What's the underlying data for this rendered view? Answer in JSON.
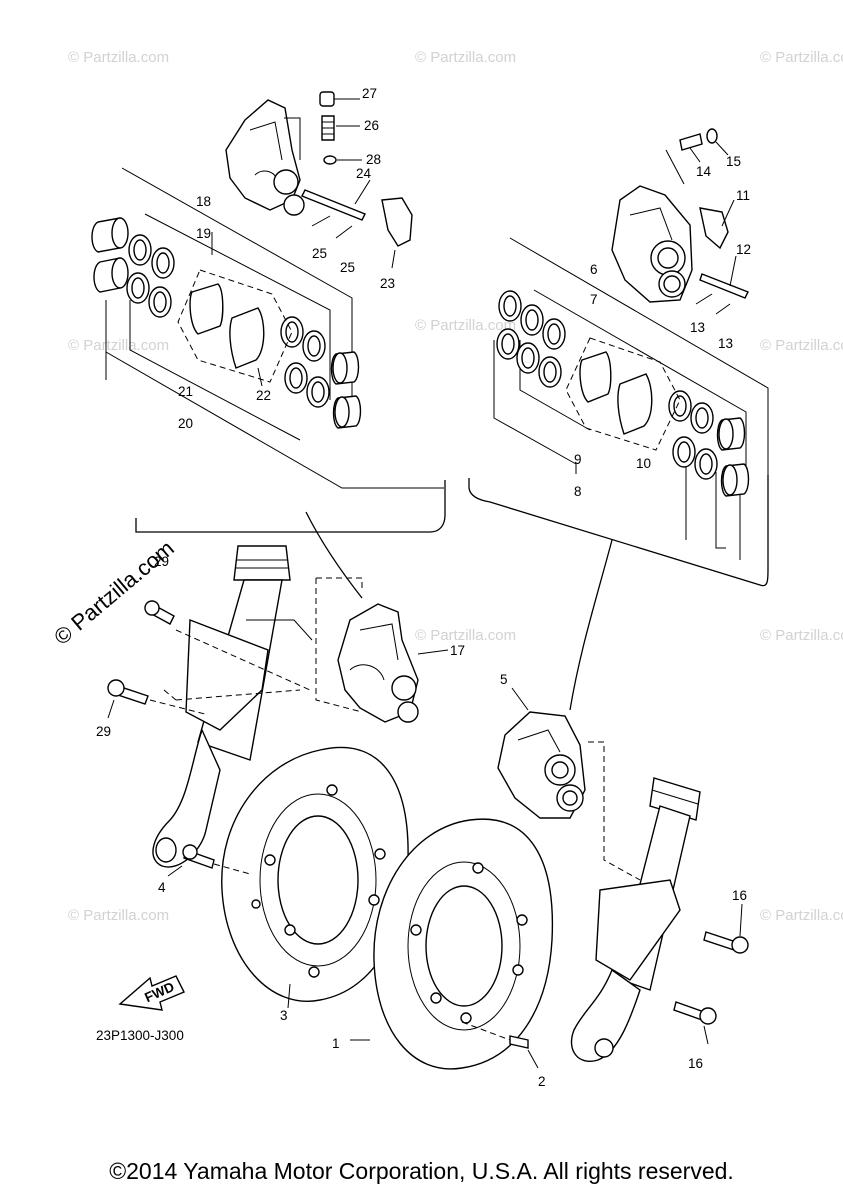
{
  "watermark": "© Partzilla.com",
  "watermark_main": "© Partzilla.com",
  "diagram_code": "23P1300-J300",
  "fwd_label": "FWD",
  "copyright": "©2014 Yamaha Motor Corporation, U.S.A. All rights reserved.",
  "labels": {
    "p1": "1",
    "p2": "2",
    "p3": "3",
    "p4": "4",
    "p5": "5",
    "p6": "6",
    "p7": "7",
    "p8": "8",
    "p9": "9",
    "p10": "10",
    "p11": "11",
    "p12": "12",
    "p13a": "13",
    "p13b": "13",
    "p14": "14",
    "p15": "15",
    "p16a": "16",
    "p16b": "16",
    "p17": "17",
    "p18": "18",
    "p19": "19",
    "p20": "20",
    "p21": "21",
    "p22": "22",
    "p23": "23",
    "p24": "24",
    "p25a": "25",
    "p25b": "25",
    "p26": "26",
    "p27": "27",
    "p28": "28",
    "p29a": "29",
    "p29b": "29"
  }
}
